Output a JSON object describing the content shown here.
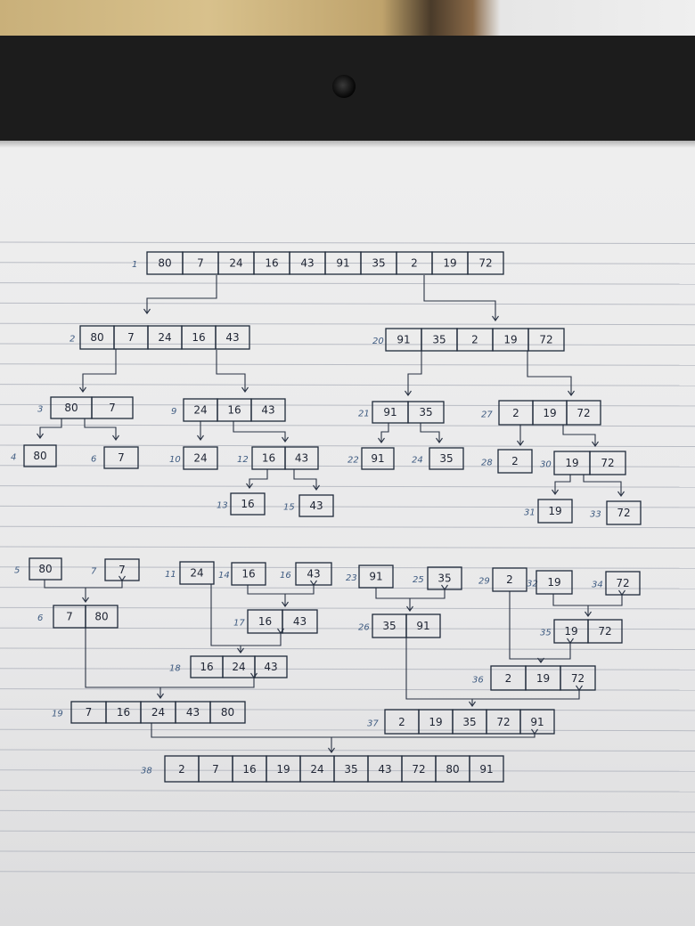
{
  "steps": [
    {
      "id": "s1",
      "label": "1",
      "values": [
        "80",
        "7",
        "24",
        "16",
        "43",
        "91",
        "35",
        "2",
        "19",
        "72"
      ]
    },
    {
      "id": "s2",
      "label": "2",
      "values": [
        "80",
        "7",
        "24",
        "16",
        "43"
      ]
    },
    {
      "id": "s20",
      "label": "20",
      "values": [
        "91",
        "35",
        "2",
        "19",
        "72"
      ]
    },
    {
      "id": "s3",
      "label": "3",
      "values": [
        "80",
        "7"
      ]
    },
    {
      "id": "s9",
      "label": "9",
      "values": [
        "24",
        "16",
        "43"
      ]
    },
    {
      "id": "s21",
      "label": "21",
      "values": [
        "91",
        "35"
      ]
    },
    {
      "id": "s27",
      "label": "27",
      "values": [
        "2",
        "19",
        "72"
      ]
    },
    {
      "id": "s4",
      "label": "4",
      "values": [
        "80"
      ]
    },
    {
      "id": "s6a",
      "label": "6",
      "values": [
        "7"
      ]
    },
    {
      "id": "s10",
      "label": "10",
      "values": [
        "24"
      ]
    },
    {
      "id": "s12",
      "label": "12",
      "values": [
        "16",
        "43"
      ]
    },
    {
      "id": "s22",
      "label": "22",
      "values": [
        "91"
      ]
    },
    {
      "id": "s24",
      "label": "24",
      "values": [
        "35"
      ]
    },
    {
      "id": "s28",
      "label": "28",
      "values": [
        "2"
      ]
    },
    {
      "id": "s30",
      "label": "30",
      "values": [
        "19",
        "72"
      ]
    },
    {
      "id": "s13",
      "label": "13",
      "values": [
        "16"
      ]
    },
    {
      "id": "s15",
      "label": "15",
      "values": [
        "43"
      ]
    },
    {
      "id": "s31",
      "label": "31",
      "values": [
        "19"
      ]
    },
    {
      "id": "s33",
      "label": "33",
      "values": [
        "72"
      ]
    },
    {
      "id": "m5a",
      "label": "5",
      "values": [
        "80"
      ]
    },
    {
      "id": "m5b",
      "label": "7",
      "values": [
        "7"
      ]
    },
    {
      "id": "m11a",
      "label": "11",
      "values": [
        "24"
      ]
    },
    {
      "id": "m11b",
      "label": "14",
      "values": [
        "16"
      ]
    },
    {
      "id": "m11c",
      "label": "16",
      "values": [
        "43"
      ]
    },
    {
      "id": "m23a",
      "label": "23",
      "values": [
        "91"
      ]
    },
    {
      "id": "m23b",
      "label": "25",
      "values": [
        "35"
      ]
    },
    {
      "id": "m29a",
      "label": "29",
      "values": [
        "2"
      ]
    },
    {
      "id": "m29b",
      "label": "32",
      "values": [
        "19"
      ]
    },
    {
      "id": "m29c",
      "label": "34",
      "values": [
        "72"
      ]
    },
    {
      "id": "m6",
      "label": "6",
      "values": [
        "7",
        "80"
      ]
    },
    {
      "id": "m17",
      "label": "17",
      "values": [
        "16",
        "43"
      ]
    },
    {
      "id": "m26",
      "label": "26",
      "values": [
        "35",
        "91"
      ]
    },
    {
      "id": "m35",
      "label": "35",
      "values": [
        "19",
        "72"
      ]
    },
    {
      "id": "m18",
      "label": "18",
      "values": [
        "16",
        "24",
        "43"
      ]
    },
    {
      "id": "m36",
      "label": "36",
      "values": [
        "2",
        "19",
        "72"
      ]
    },
    {
      "id": "m19",
      "label": "19",
      "values": [
        "7",
        "16",
        "24",
        "43",
        "80"
      ]
    },
    {
      "id": "m37",
      "label": "37",
      "values": [
        "2",
        "19",
        "35",
        "72",
        "91"
      ]
    },
    {
      "id": "m38",
      "label": "38",
      "values": [
        "2",
        "7",
        "16",
        "19",
        "24",
        "35",
        "43",
        "72",
        "80",
        "91"
      ]
    }
  ]
}
